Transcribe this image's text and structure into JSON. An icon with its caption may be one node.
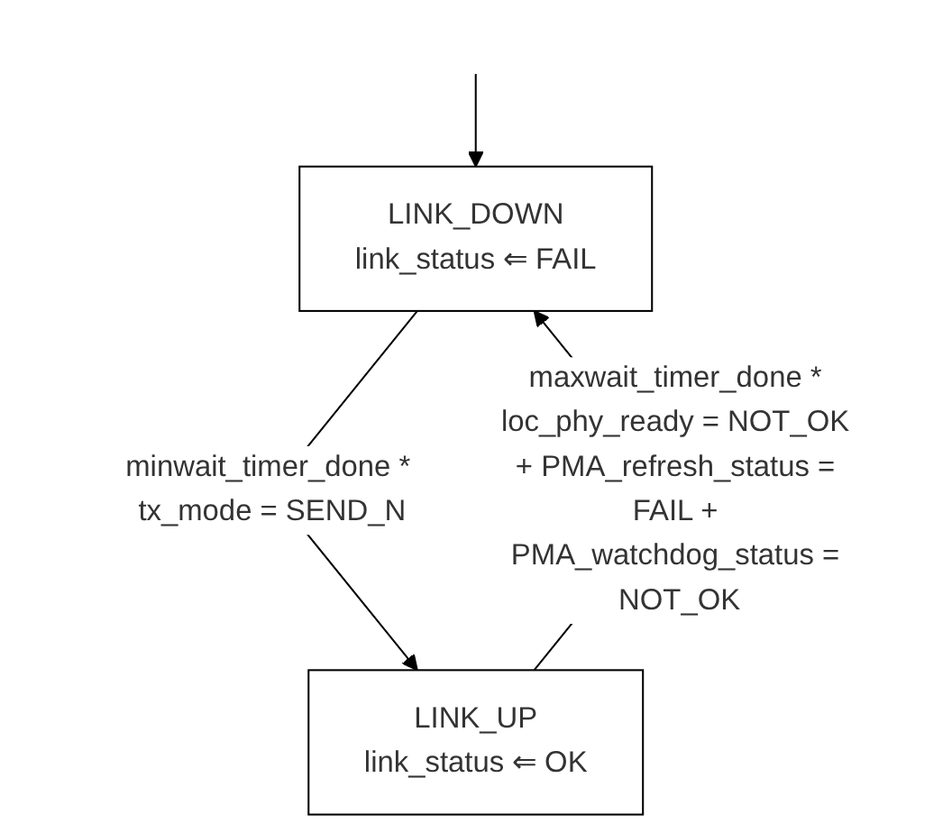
{
  "diagram": {
    "nodes": [
      {
        "text": [
          "LINK_DOWN",
          "link_status ⇐ FAIL"
        ]
      },
      {
        "text": [
          "LINK_UP",
          "link_status ⇐ OK"
        ]
      }
    ],
    "edges": [
      {
        "from": null,
        "to": 0,
        "arrow": "to"
      },
      {
        "from": 0,
        "to": 1,
        "arrow": "to",
        "label": "minwait_timer_done * tx_mode = SEND_N"
      },
      {
        "from": 1,
        "to": 0,
        "arrow": "to",
        "label": "maxwait_timer_done * loc_phy_ready = NOT_OK + PMA_refresh_status = FAIL + PMA_watchdog_status = NOT_OK"
      }
    ]
  }
}
